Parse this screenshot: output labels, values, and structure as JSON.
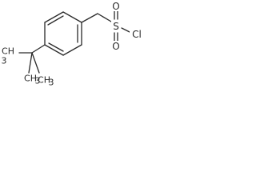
{
  "atoms": {
    "sulfur": "S",
    "oxygen_top": "O",
    "oxygen_bottom": "O",
    "chlorine": "Cl",
    "methyl_left": "CH",
    "methyl_left_sub": "3",
    "methyl_bottom_a": "CH",
    "methyl_bottom_a_sub": "3",
    "methyl_bottom_b": "CH",
    "methyl_bottom_b_sub": "3"
  },
  "colors": {
    "bond": "#2a2a2a",
    "background": "#ffffff"
  }
}
